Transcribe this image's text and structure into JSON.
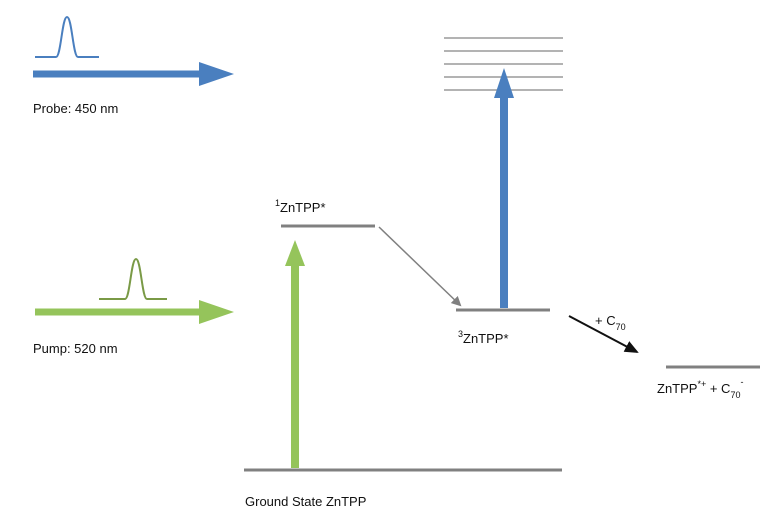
{
  "colors": {
    "probe": "#4a7fbf",
    "pump": "#95c45b",
    "pump_pulse": "#7a9a46",
    "level": "#808080",
    "level_light": "#9a9a9a",
    "transfer": "#111111"
  },
  "labels": {
    "probe": "Probe: 450 nm",
    "pump": "Pump: 520 nm",
    "singlet_sup": "1",
    "singlet_main": "ZnTPP*",
    "triplet_sup": "3",
    "triplet_main": "ZnTPP*",
    "ground_state": "Ground State ZnTPP",
    "electron_transfer_prefix": "+ C",
    "electron_transfer_sub": "70",
    "product_main": "ZnTPP",
    "product_sup": "*+",
    "product_mid": " + C",
    "product_sub": "70",
    "product_sup2": "-"
  }
}
